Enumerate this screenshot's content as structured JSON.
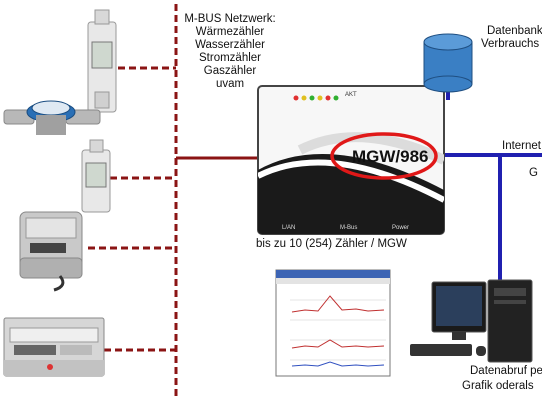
{
  "mbus_label": {
    "title": "M-BUS Netzwerk:",
    "items": [
      "Wärmezähler",
      "Wasserzähler",
      "Stromzähler",
      "Gaszähler",
      "uvam"
    ]
  },
  "gateway": {
    "model": "MGW/986",
    "caption": "bis zu 10 (254) Zähler / MGW",
    "panel_labels": [
      "AKT",
      "L/AN",
      "M-Bus",
      "Power"
    ]
  },
  "database": {
    "lines": [
      "Datenbank",
      "Verbrauchs"
    ]
  },
  "internet": {
    "label": "Internet",
    "extra": "G"
  },
  "pc": {
    "lines": [
      "Datenabruf per",
      "Grafik oderals"
    ]
  },
  "colors": {
    "mbus_line": "#8b1414",
    "internet_line": "#2020b0",
    "db_fill": "#3a7fc4",
    "highlight": "#e01818"
  },
  "icons": [
    "din-rail-meter-icon",
    "water-meter-icon",
    "gas-meter-icon",
    "electricity-meter-icon",
    "database-icon",
    "computer-icon",
    "chart-window-icon"
  ]
}
